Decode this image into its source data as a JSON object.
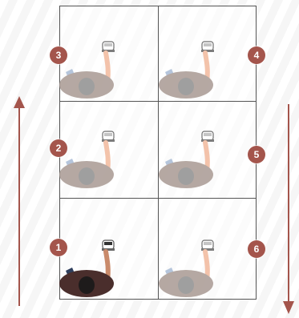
{
  "steps": [
    {
      "label": "1",
      "active": true
    },
    {
      "label": "2",
      "active": false
    },
    {
      "label": "3",
      "active": false
    },
    {
      "label": "4",
      "active": false
    },
    {
      "label": "5",
      "active": false
    },
    {
      "label": "6",
      "active": false
    }
  ],
  "colors": {
    "badge": "#a4554c",
    "arrow": "#a4554c",
    "grid": "#555555",
    "shirt_active": "#4a2e2c",
    "shirt_faded": "#a99a93",
    "skin_active": "#c98a6a",
    "skin_faded": "#f2b99c",
    "hair": "#1e1b1b",
    "hair_faded": "#8f8f8f",
    "pants_active": "#2e3e5c",
    "pants_faded": "#a9bcd6"
  },
  "icons": {
    "person": "person-with-camera-icon",
    "camera": "camera-icon",
    "up_arrow": "arrow-up-icon",
    "down_arrow": "arrow-down-icon"
  }
}
